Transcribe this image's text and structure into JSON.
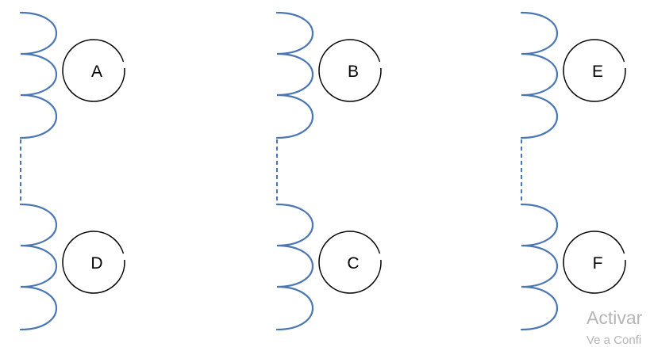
{
  "diagram": {
    "units": [
      {
        "id": "unit-1",
        "top_label": "A",
        "bottom_label": "D"
      },
      {
        "id": "unit-2",
        "top_label": "B",
        "bottom_label": "C"
      },
      {
        "id": "unit-3",
        "top_label": "E",
        "bottom_label": "F"
      }
    ],
    "colors": {
      "coil": "#4a77b4",
      "rotor": "#000000",
      "background": "#ffffff"
    }
  },
  "watermark": {
    "line1": "Activar",
    "line2": "Ve a Confi"
  }
}
